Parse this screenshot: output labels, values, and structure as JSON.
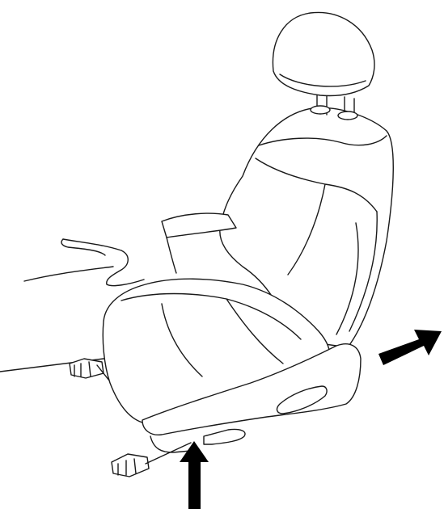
{
  "illustration": {
    "subject": "seat",
    "annotations": [
      {
        "name": "up-arrow-icon",
        "direction": "up"
      },
      {
        "name": "diagonal-arrow-icon",
        "direction": "up-right"
      }
    ],
    "colors": {
      "line": "#1a1a1a",
      "arrow": "#000000",
      "background": "#ffffff"
    }
  }
}
